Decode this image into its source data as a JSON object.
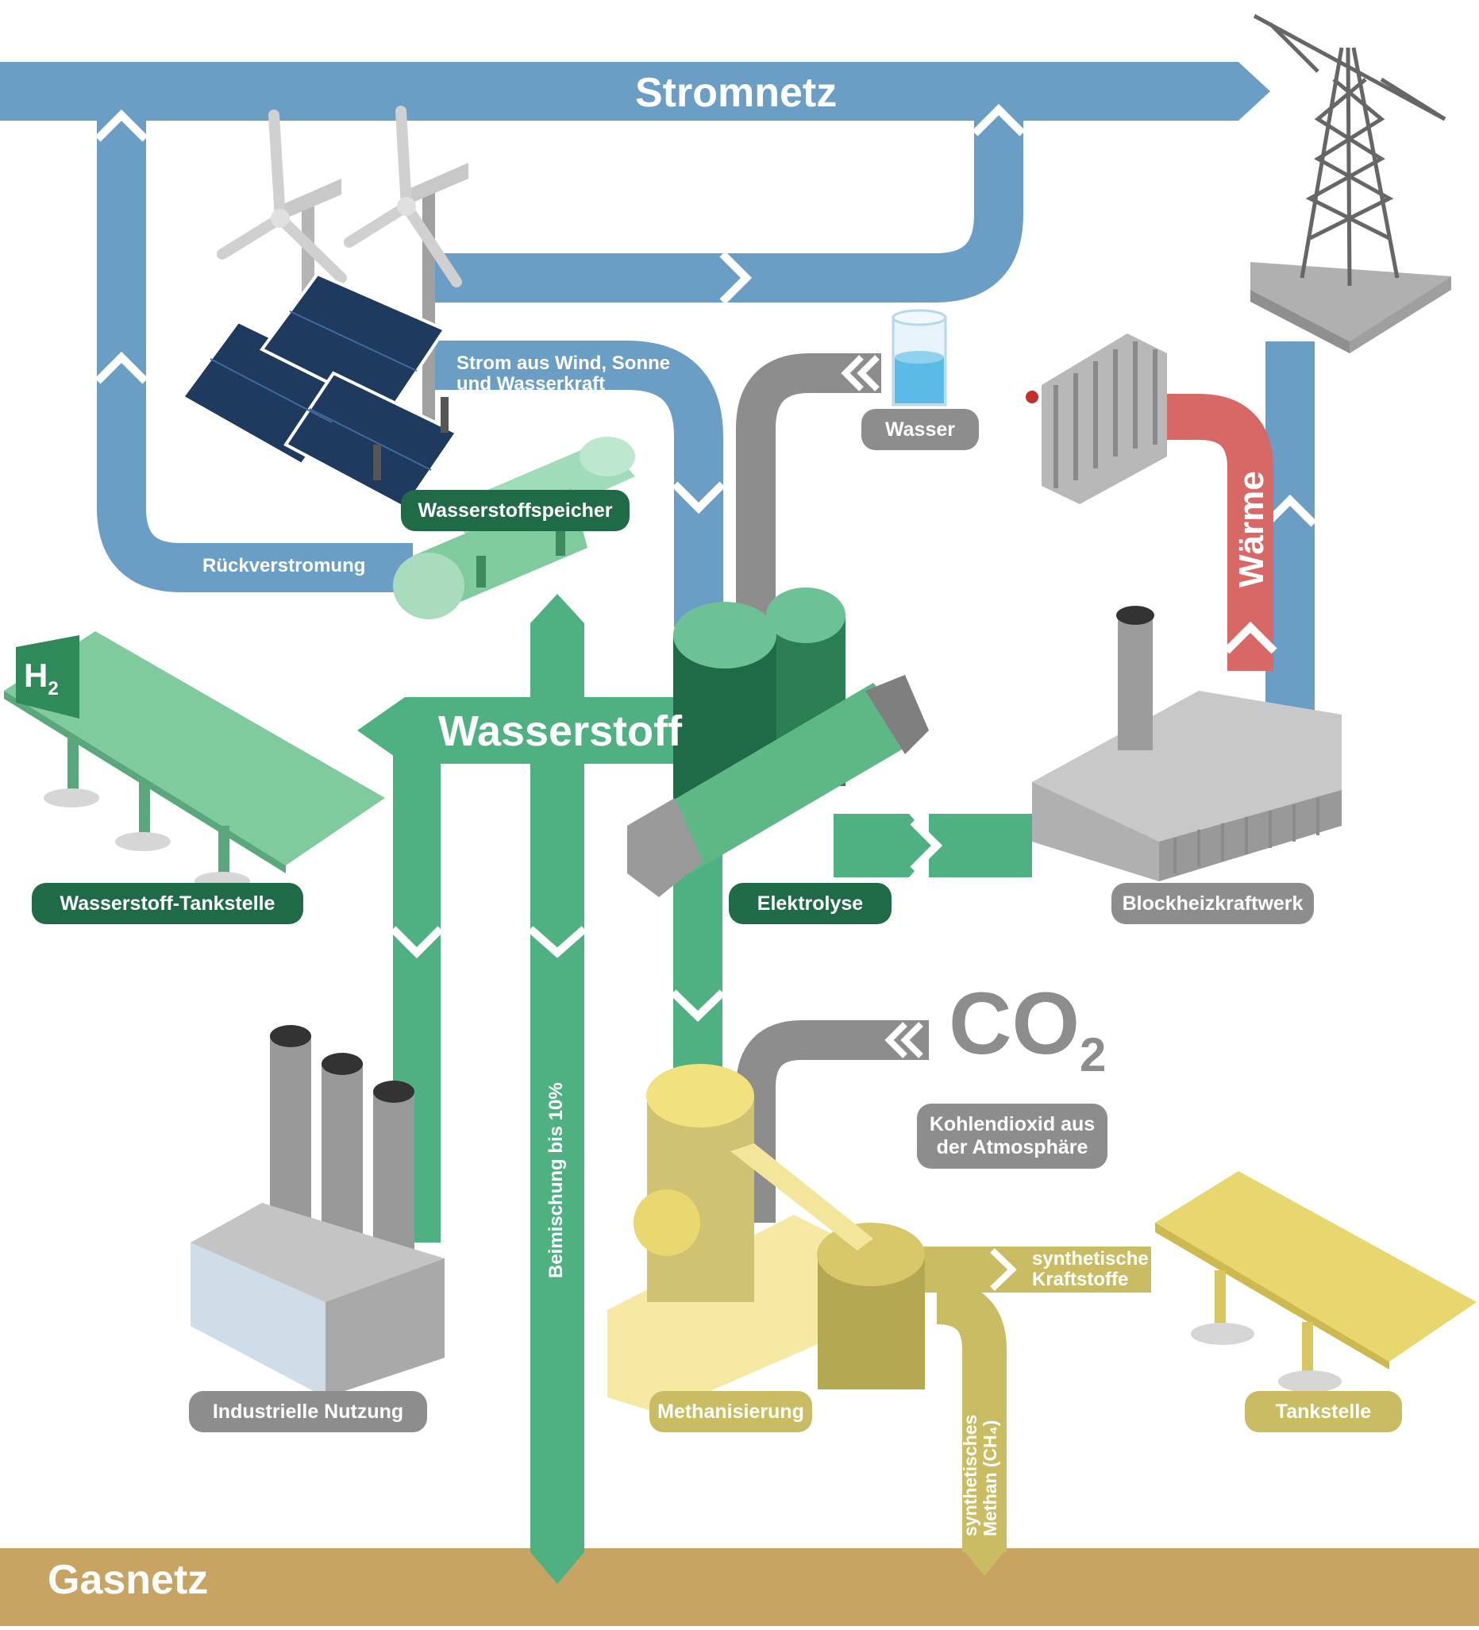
{
  "flows": {
    "power_grid": "Stromnetz",
    "gas_grid": "Gasnetz",
    "hydrogen": "Wasserstoff",
    "heat": "Wärme",
    "renewable_power": "Strom aus Wind, Sonne und Wasserkraft",
    "reconversion": "Rückverstromung",
    "blending": "Beimischung bis 10%",
    "synthetic_fuels": "synthetische Kraftstoffe",
    "synthetic_methane": "synthetisches Methan (CH₄)"
  },
  "nodes": {
    "water": "Wasser",
    "hydrogen_storage": "Wasserstoffspeicher",
    "electrolysis": "Elektrolyse",
    "chp_plant": "Blockheizkraftwerk",
    "hydrogen_station": "Wasserstoff-Tankstelle",
    "industrial_use": "Industrielle Nutzung",
    "methanation": "Methanisierung",
    "fuel_station": "Tankstelle",
    "co2_label": "Kohlendioxid aus der Atmosphäre"
  },
  "symbols": {
    "co2": "CO",
    "co2_sub": "2",
    "h2": "H",
    "h2_sub": "2"
  },
  "colors": {
    "power": "#6a9ec4",
    "hydrogen": "#4fb181",
    "hydrogen_dark": "#1f6a47",
    "gas": "#c8a462",
    "heat": "#d76866",
    "gray": "#8d8d8d",
    "methane": "#c9bc62"
  }
}
